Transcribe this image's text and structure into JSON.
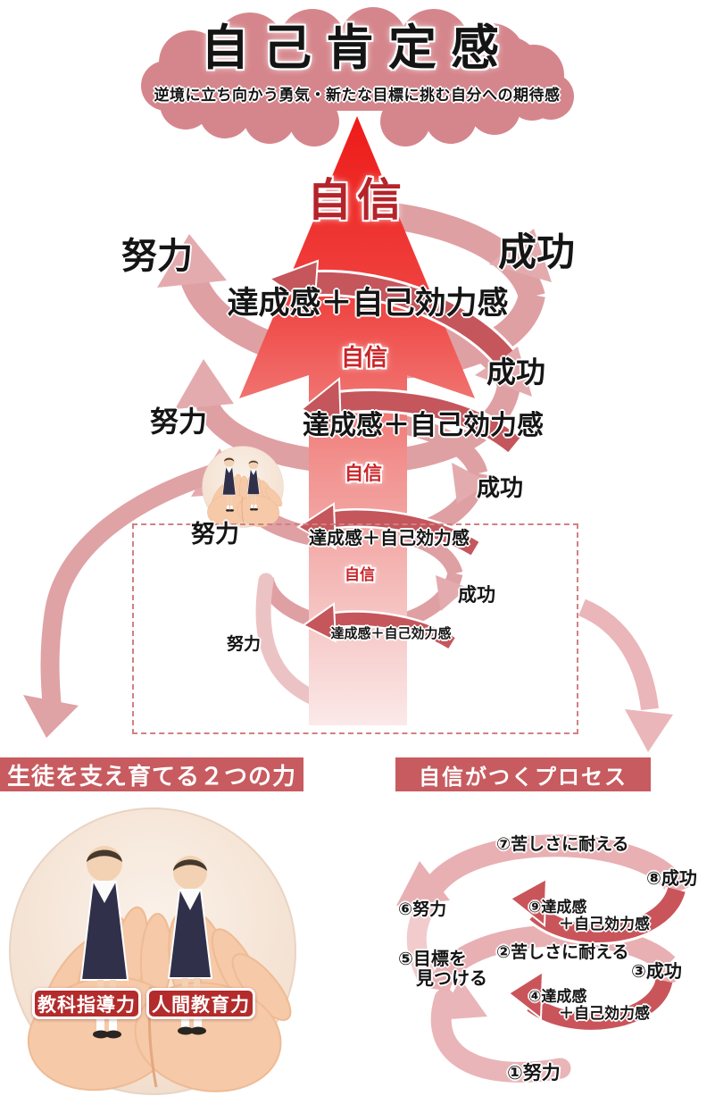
{
  "cloud": {
    "title": "自己肯定感",
    "subtitle": "逆境に立ち向かう勇気・新たな目標に挑む自分への期待感"
  },
  "spiral": {
    "cycles": [
      {
        "confidence": "自信",
        "effort": "努力",
        "success": "成功",
        "achievement": "達成感＋自己効力感"
      },
      {
        "confidence": "自信",
        "effort": "努力",
        "success": "成功",
        "achievement": "達成感＋自己効力感"
      },
      {
        "confidence": "自信",
        "effort": "努力",
        "success": "成功",
        "achievement": "達成感＋自己効力感"
      },
      {
        "confidence": "自信",
        "effort": "努力",
        "success": "成功",
        "achievement": "達成感＋自己効力感"
      }
    ]
  },
  "left_section": {
    "header": "生徒を支え育てる２つの力",
    "badges": [
      {
        "label": "教科指導力"
      },
      {
        "label": "人間教育力"
      }
    ]
  },
  "right_section": {
    "header": "自信がつくプロセス",
    "steps": [
      {
        "label": "①努力"
      },
      {
        "label": "②苦しさに耐える"
      },
      {
        "label": "③成功"
      },
      {
        "label": "④達成感\n　　＋自己効力感"
      },
      {
        "label": "⑤目標を\n　見つける"
      },
      {
        "label": "⑥努力"
      },
      {
        "label": "⑦苦しさに耐える"
      },
      {
        "label": "⑧成功"
      },
      {
        "label": "⑨達成感\n　　＋自己効力感"
      }
    ]
  },
  "colors": {
    "cloud_pink": "#d5868c",
    "arrow_red": "#ee1b18",
    "arc_light_pink": "#dfa0a3",
    "arc_dark_red": "#c4565c",
    "header_bar_red": "#c75b5f",
    "badge_red": "#b32b2b",
    "confidence_text_red": "#b5242b",
    "dashed_border": "#d08184"
  }
}
